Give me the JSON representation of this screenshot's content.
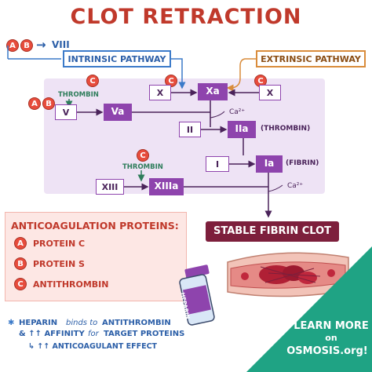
{
  "title": "CLOT RETRACTION",
  "top_left": {
    "c1": "A",
    "c2": "B",
    "arrow": "→",
    "factor": "VIII"
  },
  "pathways": {
    "intrinsic": "INTRINSIC PATHWAY",
    "extrinsic": "EXTRINSIC PATHWAY"
  },
  "cascade": {
    "c_label": "C",
    "a_label": "A",
    "b_label": "B",
    "thrombin": "THROMBIN",
    "x_left": "X",
    "xa": "Xa",
    "x_right": "X",
    "v": "V",
    "va": "Va",
    "ca": "Ca²⁺",
    "ii": "II",
    "iia": "IIa",
    "thrombin_paren": "(THROMBIN)",
    "i": "I",
    "ia": "Ia",
    "fibrin_paren": "(FIBRIN)",
    "xiii": "XIII",
    "xiiia": "XIIIa",
    "ca2": "Ca²⁺"
  },
  "stable_clot": "STABLE FIBRIN CLOT",
  "anticoag": {
    "title": "ANTICOAGULATION PROTEINS:",
    "items": [
      {
        "letter": "A",
        "text": "PROTEIN C"
      },
      {
        "letter": "B",
        "text": "PROTEIN S"
      },
      {
        "letter": "C",
        "text": "ANTITHROMBIN"
      }
    ]
  },
  "vial_label": "HEPARIN",
  "notes": {
    "line1a": "HEPARIN",
    "line1b": "binds to",
    "line1c": "ANTITHROMBIN",
    "line2a": "& ↑↑ AFFINITY",
    "line2b": "for",
    "line2c": "TARGET PROTEINS",
    "line3": "↳ ↑↑ ANTICOAGULANT EFFECT",
    "bullet": "✱"
  },
  "cta": {
    "line1": "LEARN MORE",
    "line2": "on",
    "line3": "OSMOSIS.org!"
  },
  "colors": {
    "title": "#c0392b",
    "purple": "#8e44ad",
    "blue": "#3b7ac9",
    "orange": "#d98c3b",
    "green": "#1fa384",
    "maroon": "#7d1f3c"
  }
}
